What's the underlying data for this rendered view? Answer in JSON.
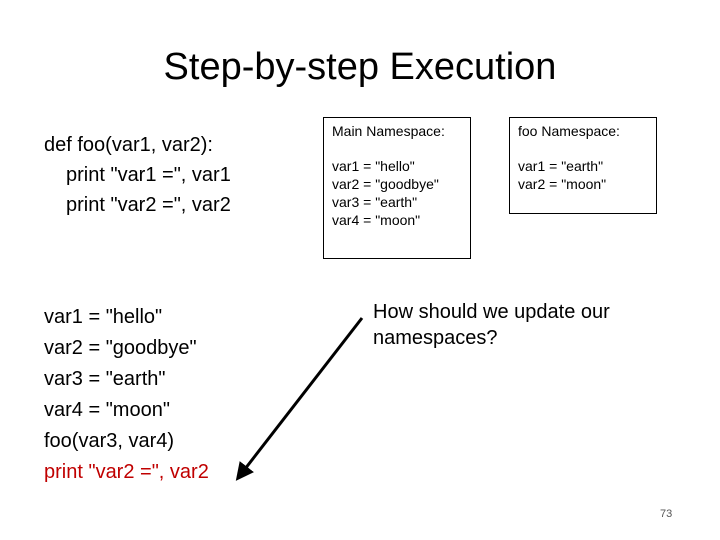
{
  "slide": {
    "title": "Step-by-step Execution",
    "page_number": "73",
    "code_function": [
      "def foo(var1, var2):",
      "print \"var1 =\", var1",
      "print \"var2 =\", var2"
    ],
    "code_main": [
      "var1 = \"hello\"",
      "var2 = \"goodbye\"",
      "var3 = \"earth\"",
      "var4 = \"moon\"",
      "foo(var3, var4)",
      "print \"var2 =\", var2"
    ],
    "main_namespace": {
      "heading": "Main Namespace:",
      "entries": [
        "var1 = \"hello\"",
        "var2 = \"goodbye\"",
        "var3 = \"earth\"",
        "var4 = \"moon\""
      ]
    },
    "foo_namespace": {
      "heading": "foo Namespace:",
      "entries": [
        "var1 = \"earth\"",
        "var2 = \"moon\""
      ]
    },
    "question": [
      "How should we update our",
      "namespaces?"
    ],
    "colors": {
      "highlight": "#c00000",
      "arrow": "#000000"
    }
  }
}
